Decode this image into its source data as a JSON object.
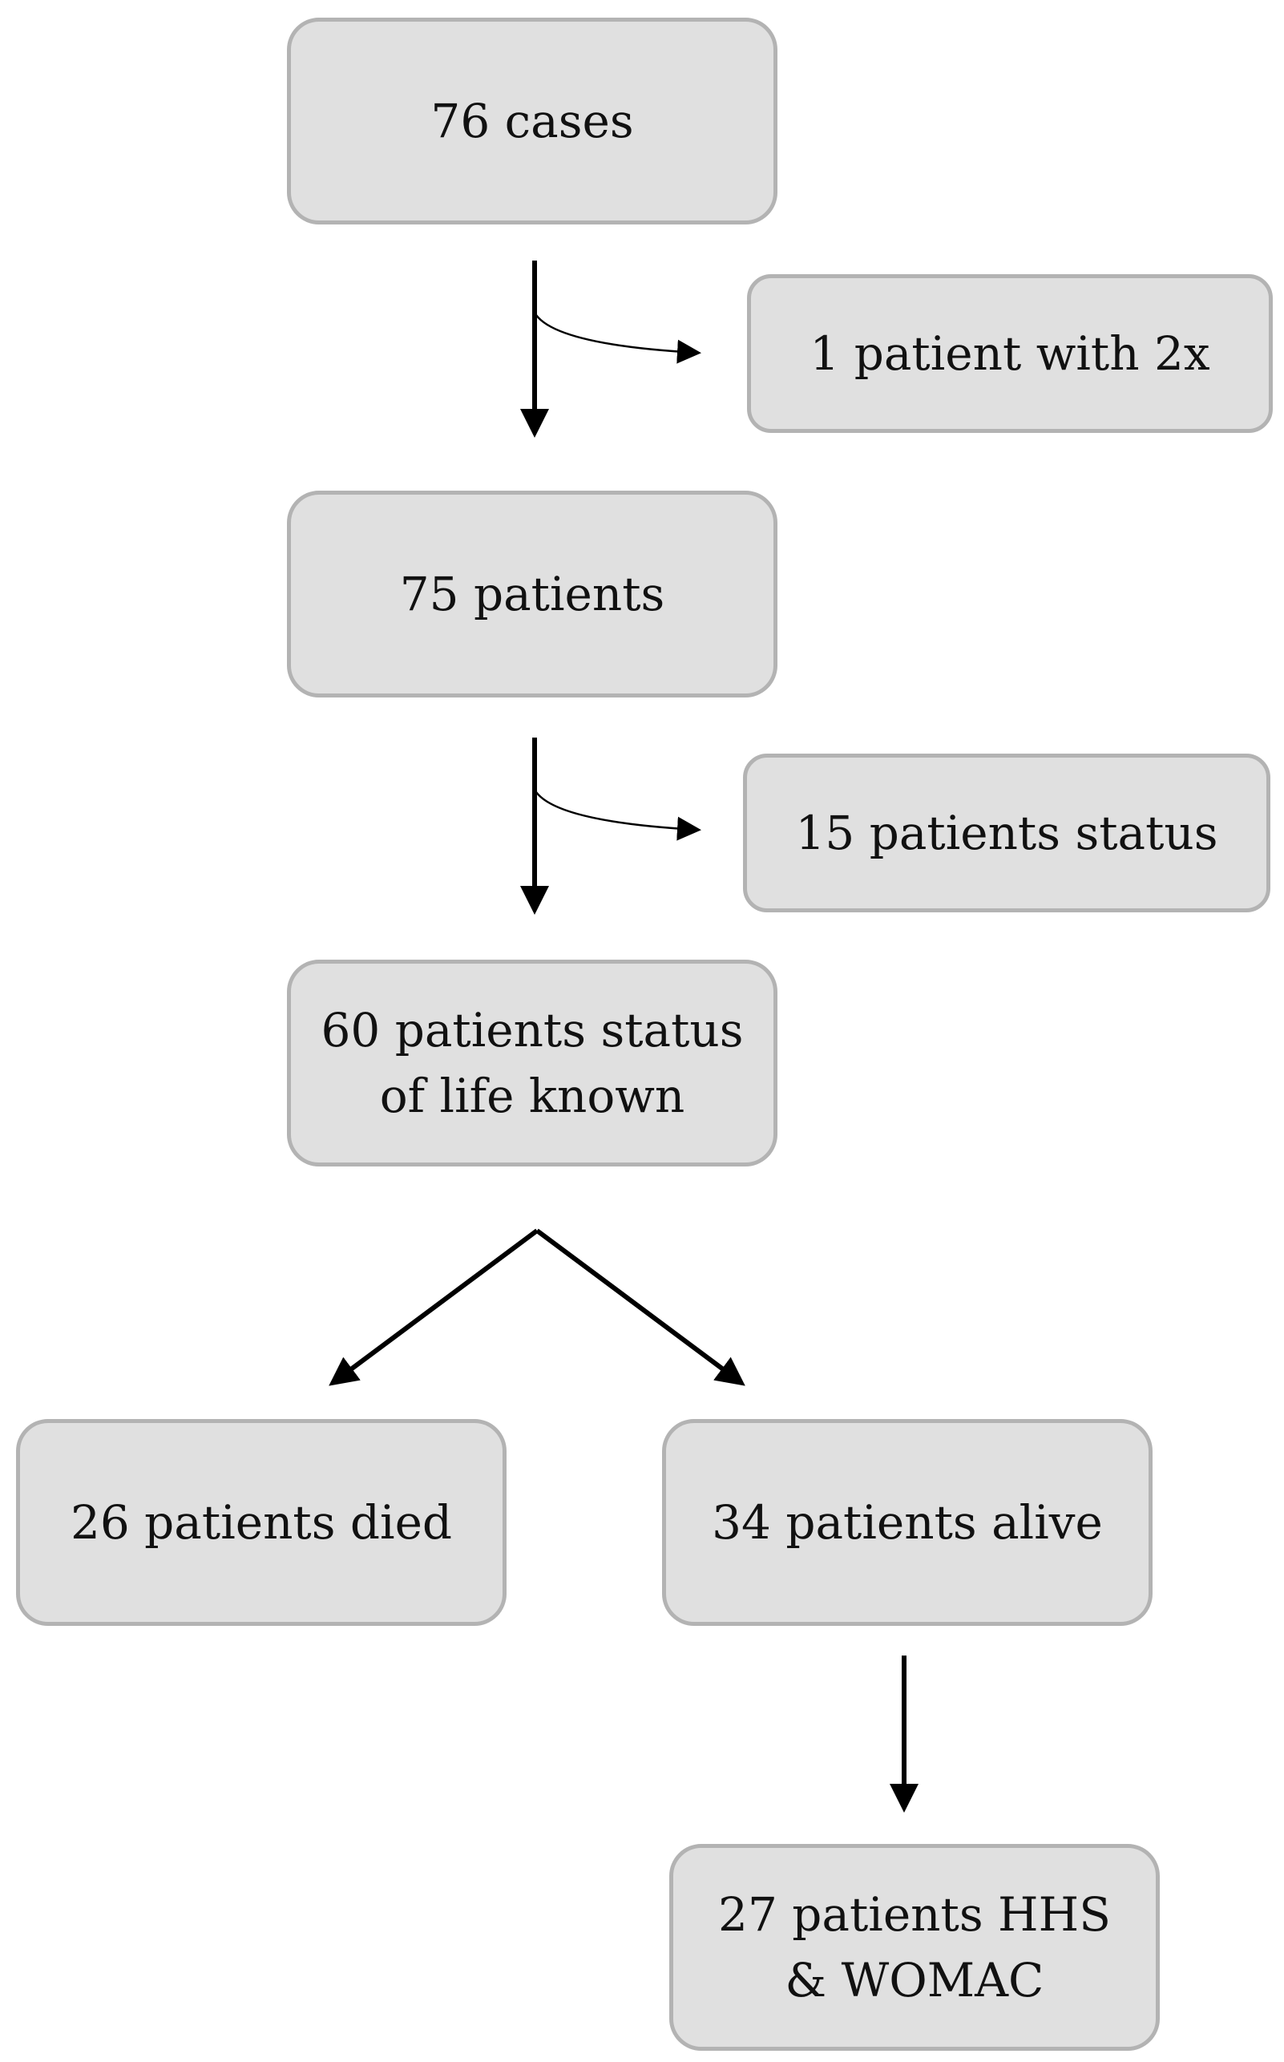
{
  "nodes": {
    "cases": "76 cases",
    "duplicate": "1 patient with 2x",
    "patients": "75 patients",
    "unknown_status": "15 patients status",
    "known_status": "60 patients status\nof life known",
    "died": "26 patients died",
    "alive": "34 patients alive",
    "hhs_womac": "27 patients HHS\n& WOMAC"
  },
  "colors": {
    "box_fill": "#e0e0e0",
    "box_border": "#b3b3b3",
    "arrow": "#000000",
    "text": "#111111"
  }
}
